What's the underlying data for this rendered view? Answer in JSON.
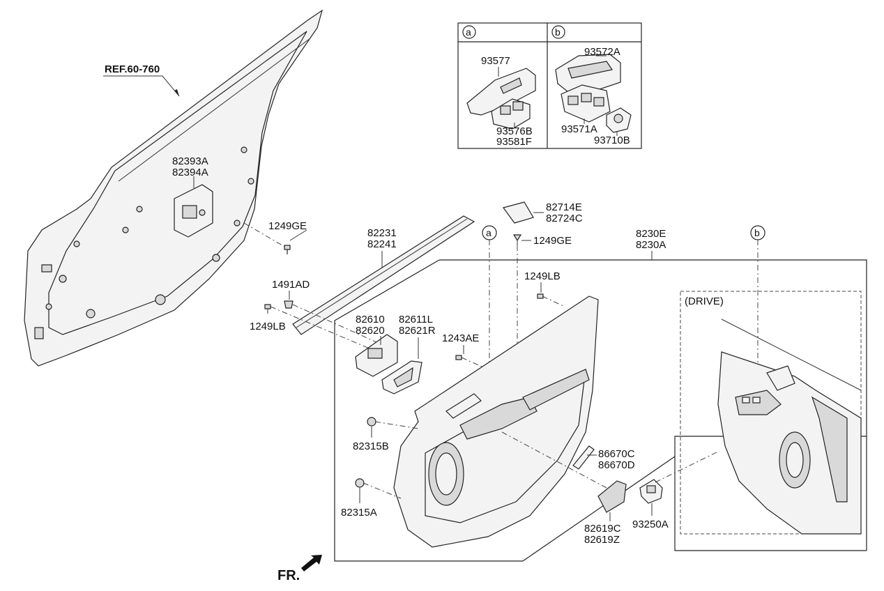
{
  "diagram": {
    "ref_label": "REF.60-760",
    "fr_label": "FR.",
    "drive_label": "(DRIVE)",
    "callouts": {
      "a": "a",
      "b": "b"
    },
    "inset": {
      "a": {
        "header": "a",
        "part_top": "93577",
        "part_bottom_1": "93576B",
        "part_bottom_2": "93581F"
      },
      "b": {
        "header": "b",
        "part_top": "93572A",
        "part_mid": "93571A",
        "part_right": "93710B"
      }
    },
    "labels": {
      "p82393A": "82393A",
      "p82394A": "82394A",
      "p1249GE_left": "1249GE",
      "p82231": "82231",
      "p82241": "82241",
      "p1491AD": "1491AD",
      "p1249LB_left": "1249LB",
      "p82610": "82610",
      "p82620": "82620",
      "p82611L": "82611L",
      "p82621R": "82621R",
      "p1243AE": "1243AE",
      "p82714E": "82714E",
      "p82724C": "82724C",
      "p1249GE_mid": "1249GE",
      "p8230E": "8230E",
      "p8230A": "8230A",
      "p1249LB_mid": "1249LB",
      "p82315B": "82315B",
      "p82315A": "82315A",
      "p86670C": "86670C",
      "p86670D": "86670D",
      "p82619C": "82619C",
      "p82619Z": "82619Z",
      "p93250A": "93250A"
    }
  }
}
